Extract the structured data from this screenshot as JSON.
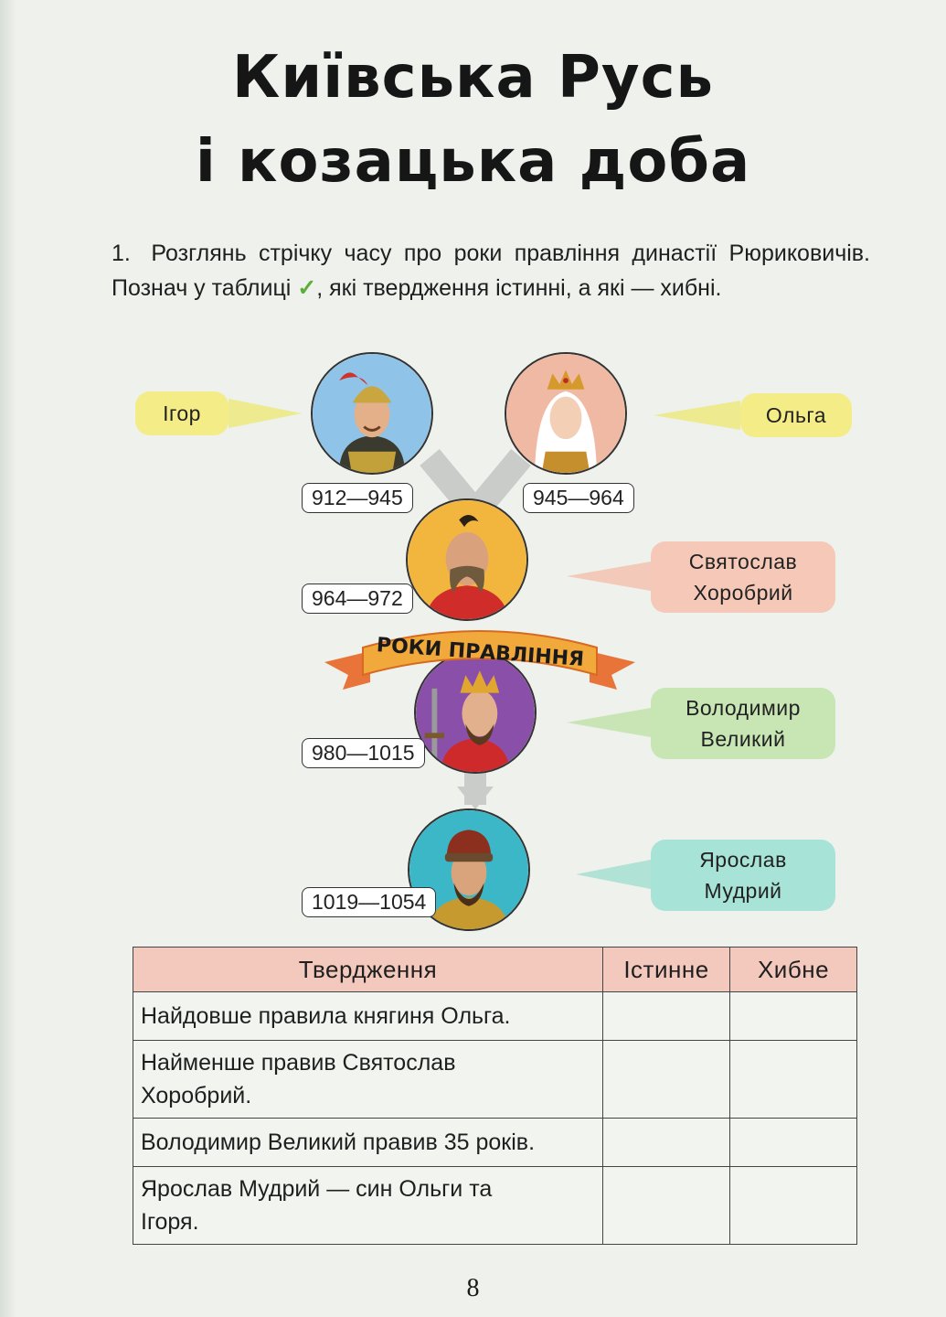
{
  "title": {
    "line1": "Київська Русь",
    "line2": "і козацька доба"
  },
  "task": {
    "number": "1.",
    "text_before_check": "Розглянь стрічку часу про роки правління династії Рюриковичів. Познач у таблиці",
    "check_mark": "✓",
    "text_after_check": ", які твердження істинні, а які — хибні."
  },
  "timeline": {
    "banner": "РОКИ ПРАВЛІННЯ",
    "rulers": [
      {
        "name": "Ігор",
        "years": "912—945",
        "color": "#f4ec86"
      },
      {
        "name": "Ольга",
        "years": "945—964",
        "color": "#f4ec86"
      },
      {
        "name_line1": "Святослав",
        "name_line2": "Хоробрий",
        "years": "964—972",
        "color": "#f5c8b8"
      },
      {
        "name_line1": "Володимир",
        "name_line2": "Великий",
        "years": "980—1015",
        "color": "#c8e6b4"
      },
      {
        "name_line1": "Ярослав",
        "name_line2": "Мудрий",
        "years": "1019—1054",
        "color": "#a7e3d6"
      }
    ]
  },
  "table": {
    "headers": [
      "Твердження",
      "Істинне",
      "Хибне"
    ],
    "rows": [
      {
        "statement": "Найдовше правила княгиня Ольга."
      },
      {
        "statement_line1": "Найменше правив Святослав",
        "statement_line2": "Хоробрий."
      },
      {
        "statement": "Володимир Великий правив 35 років."
      },
      {
        "statement_line1": "Ярослав Мудрий — син Ольги та",
        "statement_line2": "Ігоря."
      }
    ]
  },
  "page_number": "8"
}
